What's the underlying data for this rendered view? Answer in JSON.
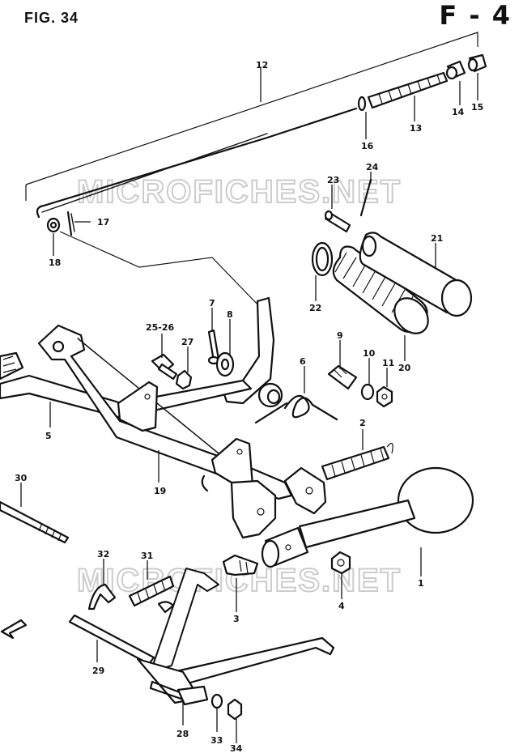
{
  "header": {
    "figure_label": "FIG. 34",
    "page_code": "F - 4"
  },
  "watermarks": [
    "MICROFICHES.NET",
    "MICROFICHES.NET"
  ],
  "callouts": {
    "p1": "1",
    "p2": "2",
    "p3": "3",
    "p4": "4",
    "p5": "5",
    "p6": "6",
    "p7": "7",
    "p8": "8",
    "p9": "9",
    "p10": "10",
    "p11": "11",
    "p12": "12",
    "p13": "13",
    "p14": "14",
    "p15": "15",
    "p16": "16",
    "p17": "17",
    "p18": "18",
    "p19": "19",
    "p20": "20",
    "p21": "21",
    "p22": "22",
    "p23": "23",
    "p24": "24",
    "p25_26": "25-26",
    "p27": "27",
    "p28": "28",
    "p29": "29",
    "p30": "30",
    "p31": "31",
    "p32": "32",
    "p33": "33",
    "p34": "34"
  },
  "colors": {
    "ink": "#111111",
    "paper": "#ffffff",
    "watermark": "#cccccc"
  }
}
